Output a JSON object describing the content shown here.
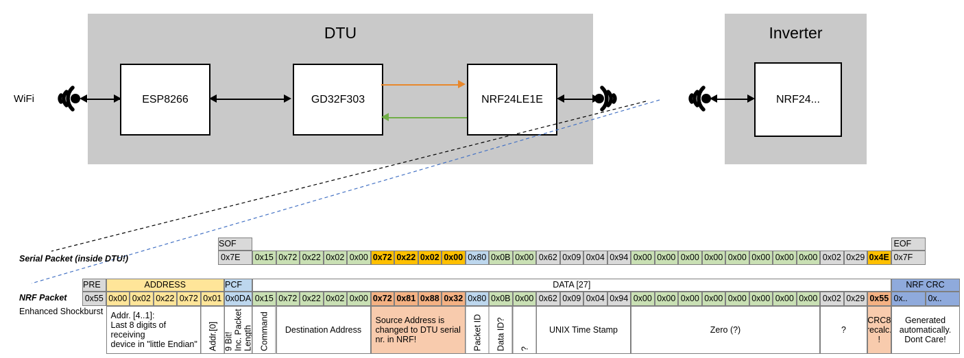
{
  "diagram": {
    "dtu": {
      "title": "DTU",
      "chips": [
        "ESP8266",
        "GD32F303",
        "NRF24LE1E"
      ],
      "wifi_label": "WiFi",
      "internal_link_colors": {
        "tx": "#e8872b",
        "rx": "#70ad47"
      }
    },
    "inverter": {
      "title": "Inverter",
      "chips": [
        "NRF24..."
      ]
    }
  },
  "serial_packet": {
    "label": "Serial Packet (inside DTU!)",
    "sof": {
      "header": "SOF",
      "value": "0x7E"
    },
    "eof": {
      "header": "EOF",
      "value": "0x7F"
    },
    "bytes": [
      {
        "value": "0x15",
        "color": "green",
        "bold": false
      },
      {
        "value": "0x72",
        "color": "green",
        "bold": false
      },
      {
        "value": "0x22",
        "color": "green",
        "bold": false
      },
      {
        "value": "0x02",
        "color": "green",
        "bold": false
      },
      {
        "value": "0x00",
        "color": "green",
        "bold": false
      },
      {
        "value": "0x72",
        "color": "orange",
        "bold": true
      },
      {
        "value": "0x22",
        "color": "orange",
        "bold": true
      },
      {
        "value": "0x02",
        "color": "orange",
        "bold": true
      },
      {
        "value": "0x00",
        "color": "orange",
        "bold": true
      },
      {
        "value": "0x80",
        "color": "blue",
        "bold": false
      },
      {
        "value": "0x0B",
        "color": "green",
        "bold": false
      },
      {
        "value": "0x00",
        "color": "green",
        "bold": false
      },
      {
        "value": "0x62",
        "color": "gray",
        "bold": false
      },
      {
        "value": "0x09",
        "color": "gray",
        "bold": false
      },
      {
        "value": "0x04",
        "color": "gray",
        "bold": false
      },
      {
        "value": "0x94",
        "color": "gray",
        "bold": false
      },
      {
        "value": "0x00",
        "color": "green",
        "bold": false
      },
      {
        "value": "0x00",
        "color": "green",
        "bold": false
      },
      {
        "value": "0x00",
        "color": "green",
        "bold": false
      },
      {
        "value": "0x00",
        "color": "green",
        "bold": false
      },
      {
        "value": "0x00",
        "color": "green",
        "bold": false
      },
      {
        "value": "0x00",
        "color": "green",
        "bold": false
      },
      {
        "value": "0x00",
        "color": "green",
        "bold": false
      },
      {
        "value": "0x00",
        "color": "green",
        "bold": false
      },
      {
        "value": "0x02",
        "color": "gray",
        "bold": false
      },
      {
        "value": "0x29",
        "color": "gray",
        "bold": false
      },
      {
        "value": "0x4E",
        "color": "orange",
        "bold": true
      }
    ]
  },
  "nrf_packet": {
    "label": "NRF Packet",
    "sublabel": "Enhanced Shockburst",
    "headers": [
      {
        "text": "PRE",
        "color": "gray"
      },
      {
        "text": "ADDRESS",
        "color": "yellow"
      },
      {
        "text": "PCF",
        "color": "blue"
      },
      {
        "text": "DATA [27]",
        "color": "white"
      },
      {
        "text": "NRF CRC",
        "color": "nrfcrc"
      }
    ],
    "pre": [
      {
        "value": "0x55",
        "color": "gray"
      }
    ],
    "address": [
      {
        "value": "0x00",
        "color": "yellow"
      },
      {
        "value": "0x02",
        "color": "yellow"
      },
      {
        "value": "0x22",
        "color": "yellow"
      },
      {
        "value": "0x72",
        "color": "yellow"
      },
      {
        "value": "0x01",
        "color": "yellow"
      }
    ],
    "pcf": [
      {
        "value": "0x0DA",
        "color": "blue"
      }
    ],
    "data": [
      {
        "value": "0x15",
        "color": "green",
        "bold": false
      },
      {
        "value": "0x72",
        "color": "green",
        "bold": false
      },
      {
        "value": "0x22",
        "color": "green",
        "bold": false
      },
      {
        "value": "0x02",
        "color": "green",
        "bold": false
      },
      {
        "value": "0x00",
        "color": "green",
        "bold": false
      },
      {
        "value": "0x72",
        "color": "salmon",
        "bold": true
      },
      {
        "value": "0x81",
        "color": "salmon",
        "bold": true
      },
      {
        "value": "0x88",
        "color": "salmon",
        "bold": true
      },
      {
        "value": "0x32",
        "color": "salmon",
        "bold": true
      },
      {
        "value": "0x80",
        "color": "blue",
        "bold": false
      },
      {
        "value": "0x0B",
        "color": "green",
        "bold": false
      },
      {
        "value": "0x00",
        "color": "green",
        "bold": false
      },
      {
        "value": "0x62",
        "color": "gray",
        "bold": false
      },
      {
        "value": "0x09",
        "color": "gray",
        "bold": false
      },
      {
        "value": "0x04",
        "color": "gray",
        "bold": false
      },
      {
        "value": "0x94",
        "color": "gray",
        "bold": false
      },
      {
        "value": "0x00",
        "color": "green",
        "bold": false
      },
      {
        "value": "0x00",
        "color": "green",
        "bold": false
      },
      {
        "value": "0x00",
        "color": "green",
        "bold": false
      },
      {
        "value": "0x00",
        "color": "green",
        "bold": false
      },
      {
        "value": "0x00",
        "color": "green",
        "bold": false
      },
      {
        "value": "0x00",
        "color": "green",
        "bold": false
      },
      {
        "value": "0x00",
        "color": "green",
        "bold": false
      },
      {
        "value": "0x00",
        "color": "green",
        "bold": false
      },
      {
        "value": "0x02",
        "color": "gray",
        "bold": false
      },
      {
        "value": "0x29",
        "color": "gray",
        "bold": false
      },
      {
        "value": "0x55",
        "color": "salmon",
        "bold": true
      }
    ],
    "crc": [
      {
        "value": "0x..",
        "color": "nrfcrc"
      },
      {
        "value": "0x..",
        "color": "nrfcrc"
      }
    ]
  },
  "annotations": [
    {
      "text": "Addr. [4..1]:\nLast 8 digits of receiving\ndevice in \"little Endian\"",
      "orient": "h",
      "align": "lft"
    },
    {
      "text": "Addr.[0]",
      "orient": "v"
    },
    {
      "text": "9 Bit!\nInc. Packet\nLength",
      "orient": "v"
    },
    {
      "text": "Command",
      "orient": "v"
    },
    {
      "text": "Destination Address",
      "orient": "h",
      "align": "ctr"
    },
    {
      "text": "Source Address is\nchanged to DTU serial\nnr. in NRF!",
      "orient": "h",
      "align": "lft",
      "salmon": true
    },
    {
      "text": "Packet ID",
      "orient": "v"
    },
    {
      "text": "Data ID?",
      "orient": "v"
    },
    {
      "text": "?",
      "orient": "v"
    },
    {
      "text": "UNIX Time Stamp",
      "orient": "h",
      "align": "ctr"
    },
    {
      "text": "Zero (?)",
      "orient": "h",
      "align": "ctr"
    },
    {
      "text": "?",
      "orient": "h",
      "align": "ctr"
    },
    {
      "text": "CRC8\nrecalc.\n!",
      "orient": "h",
      "align": "ctr",
      "salmon": true
    },
    {
      "text": "Generated\nautomatically.\nDont Care!",
      "orient": "h",
      "align": "ctr"
    }
  ]
}
